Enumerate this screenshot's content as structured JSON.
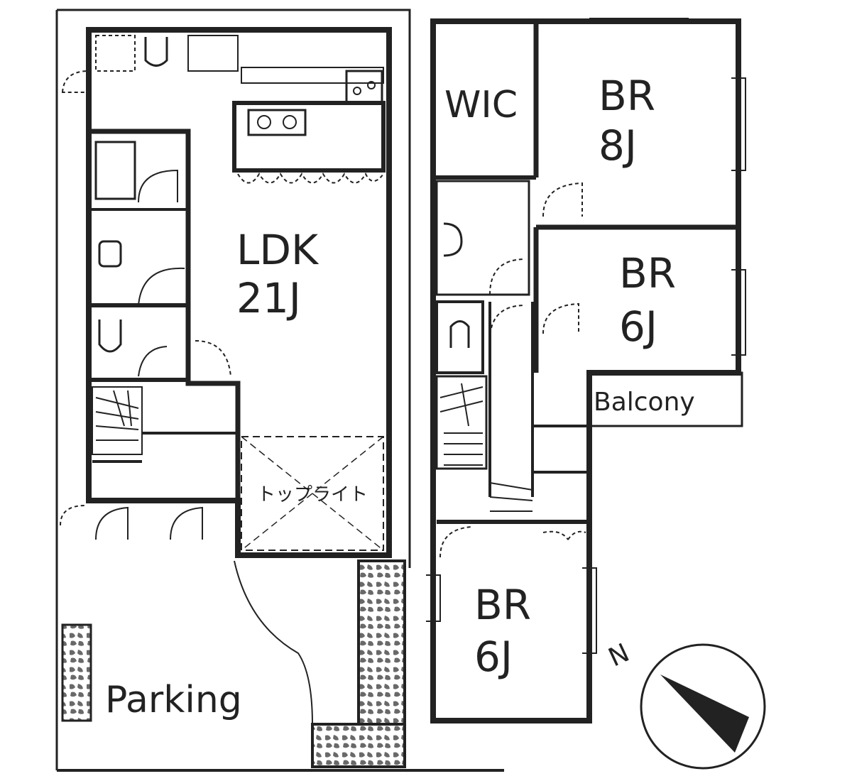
{
  "ground_floor": {
    "ldk": {
      "name": "LDK",
      "size": "21J"
    },
    "skylight": "トップライト",
    "parking": "Parking"
  },
  "upper_floor": {
    "wic": "WIC",
    "bedroom_1": {
      "name": "BR",
      "size": "8J"
    },
    "bedroom_2": {
      "name": "BR",
      "size": "6J"
    },
    "bedroom_3": {
      "name": "BR",
      "size": "6J"
    },
    "balcony": "Balcony"
  },
  "compass": {
    "north_label": "N"
  },
  "colors": {
    "ink": "#222222",
    "paper": "#ffffff",
    "stone": "#cfcfcf"
  }
}
